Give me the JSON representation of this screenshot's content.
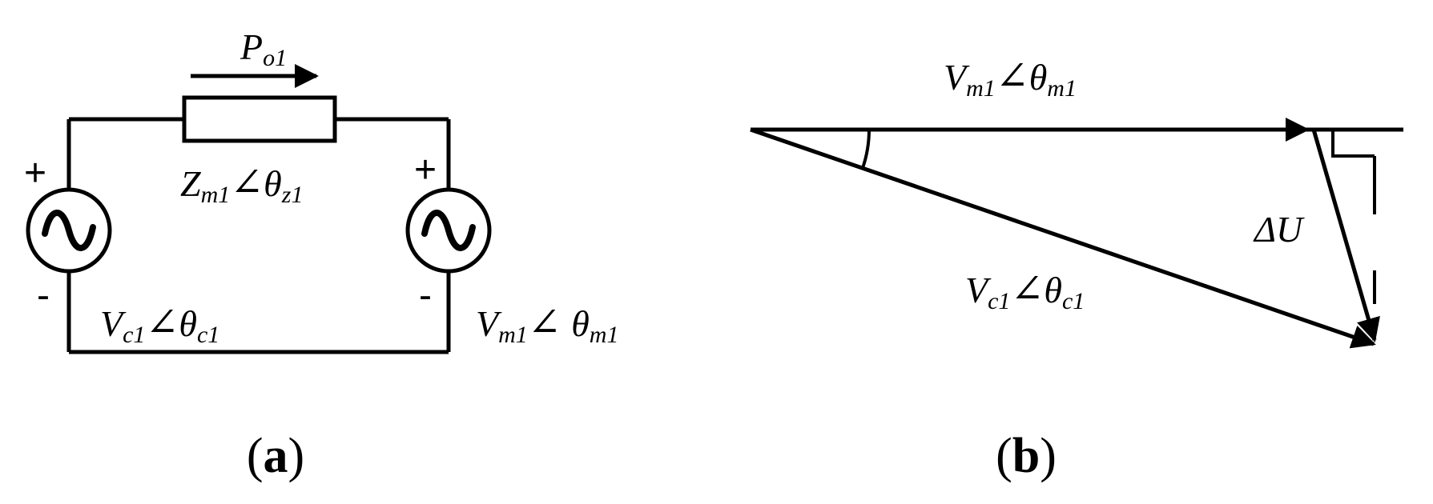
{
  "panel_a": {
    "caption_open": "(",
    "caption_letter": "a",
    "caption_close": ")",
    "power_label": {
      "main": "P",
      "sub": "o1"
    },
    "impedance_label": {
      "main": "Z",
      "sub1": "m1",
      "angle": "∠",
      "theta": "θ",
      "sub2": "z1"
    },
    "left_source": {
      "plus": "+",
      "minus": "-",
      "main": "V",
      "sub1": "c1",
      "angle": "∠",
      "theta": "θ",
      "sub2": "c1"
    },
    "right_source": {
      "plus": "+",
      "minus": "-",
      "main": "V",
      "sub1": "m1",
      "angle": "∠ ",
      "theta": "θ",
      "sub2": "m1"
    }
  },
  "panel_b": {
    "caption_open": "(",
    "caption_letter": "b",
    "caption_close": ")",
    "vm_label": {
      "main": "V",
      "sub1": "m1",
      "angle": "∠",
      "theta": "θ",
      "sub2": "m1"
    },
    "vc_label": {
      "main": "V",
      "sub1": "c1",
      "angle": "∠",
      "theta": "θ",
      "sub2": "c1"
    },
    "du_label": "ΔU"
  }
}
